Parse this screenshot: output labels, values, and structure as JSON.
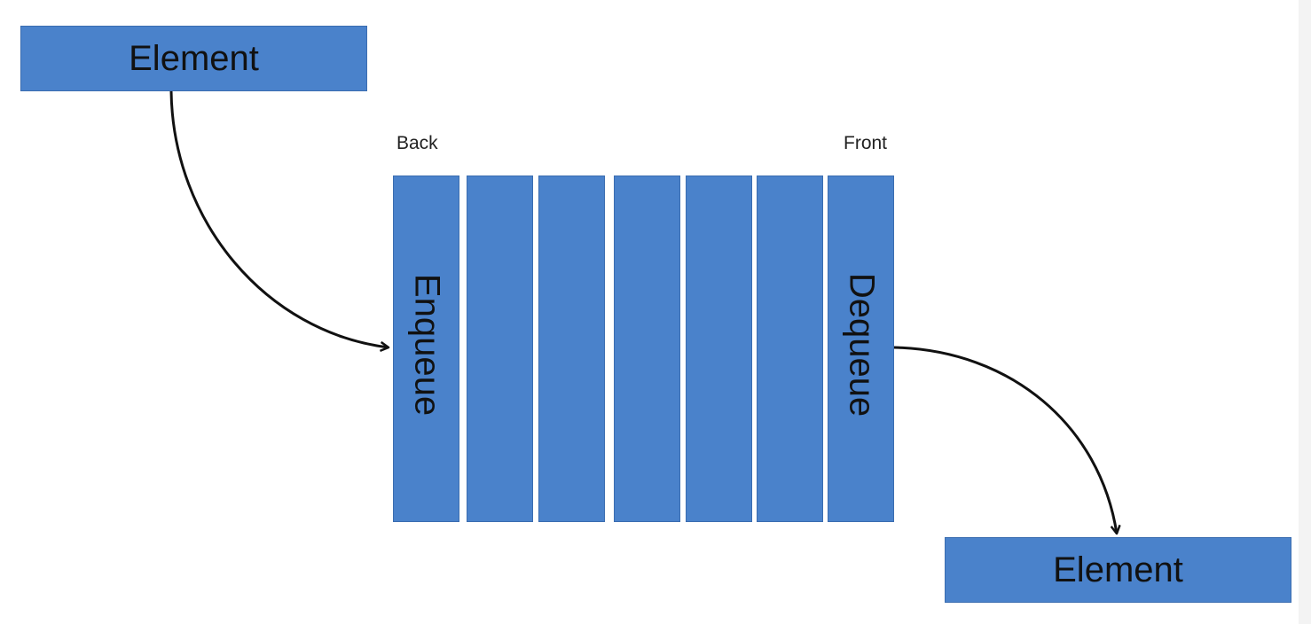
{
  "diagram": {
    "input_element_label": "Element",
    "output_element_label": "Element",
    "back_label": "Back",
    "front_label": "Front",
    "enqueue_label": "Enqueue",
    "dequeue_label": "Dequeue",
    "slot_count": 7,
    "colors": {
      "box_fill": "#4a82cb",
      "box_border": "#3b6db0",
      "text": "#111111",
      "arrow": "#111111"
    }
  }
}
